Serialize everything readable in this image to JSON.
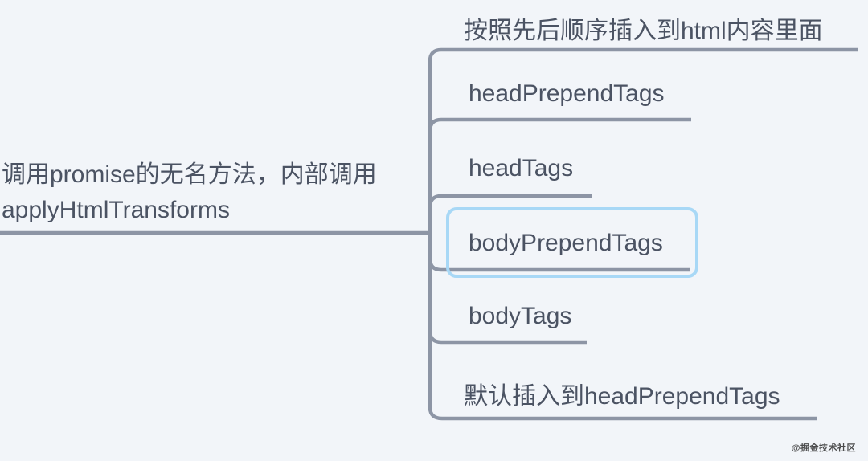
{
  "colors": {
    "background": "#f2f5f9",
    "line": "#8d95a5",
    "text": "#4b5363",
    "highlight": "#a8d8f6",
    "watermark": "#2e2e2e"
  },
  "root": {
    "label": "调用promise的无名方法，内部调用\napplyHtmlTransforms"
  },
  "children": [
    {
      "label": "按照先后顺序插入到html内容里面",
      "highlighted": false
    },
    {
      "label": "headPrependTags",
      "highlighted": false
    },
    {
      "label": "headTags",
      "highlighted": false
    },
    {
      "label": "bodyPrependTags",
      "highlighted": true
    },
    {
      "label": "bodyTags",
      "highlighted": false
    },
    {
      "label": "默认插入到headPrependTags",
      "highlighted": false
    }
  ],
  "watermark": {
    "label": "@掘金技术社区"
  }
}
